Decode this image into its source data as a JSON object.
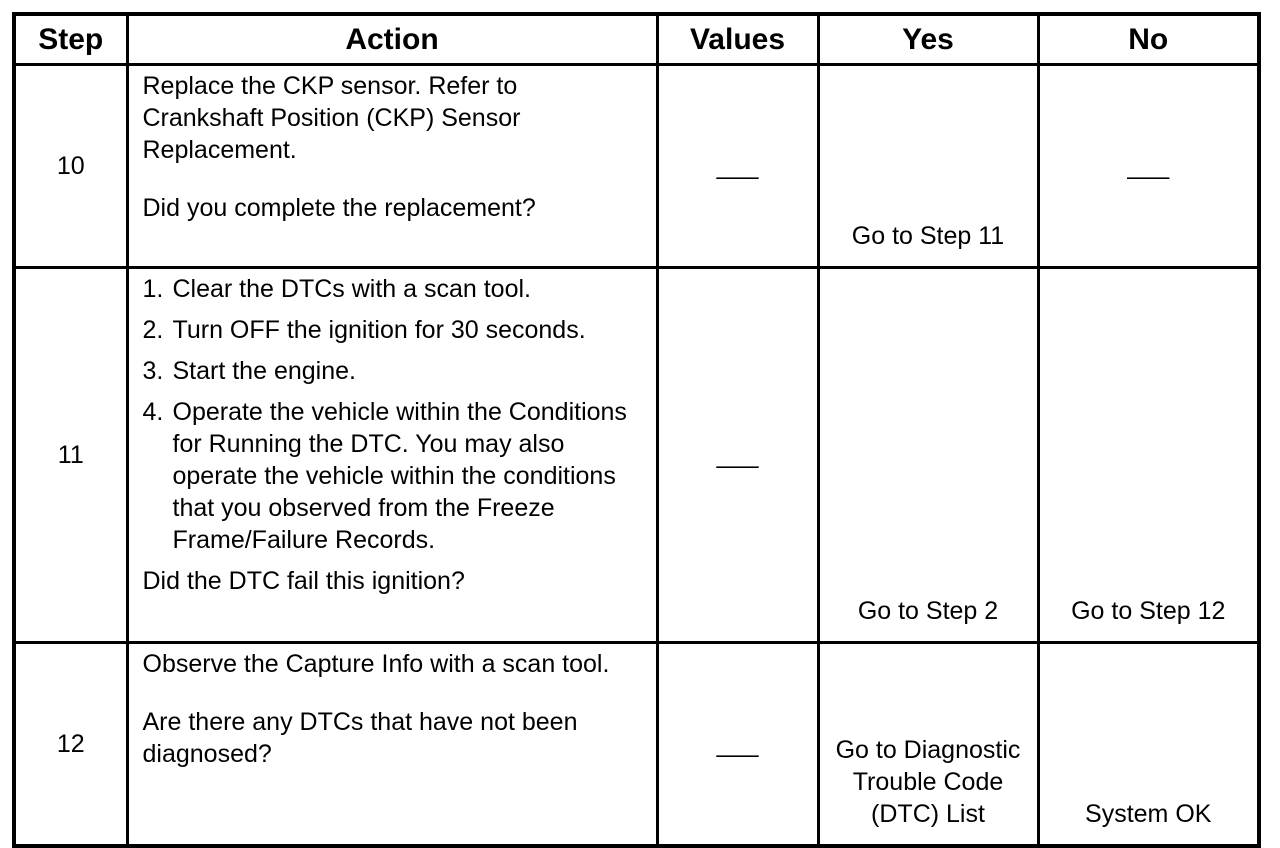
{
  "headers": {
    "step": "Step",
    "action": "Action",
    "values": "Values",
    "yes": "Yes",
    "no": "No"
  },
  "rows": [
    {
      "step": "10",
      "action_text": "Replace the CKP sensor. Refer to Crankshaft Position (CKP) Sensor Replacement.",
      "question": "Did you complete the replacement?",
      "values": "___",
      "yes": "Go to Step 11",
      "no": "___"
    },
    {
      "step": "11",
      "items": [
        {
          "num": "1.",
          "text": "Clear the DTCs with a scan tool."
        },
        {
          "num": "2.",
          "text": "Turn OFF the ignition for 30 seconds."
        },
        {
          "num": "3.",
          "text": "Start the engine."
        },
        {
          "num": "4.",
          "text": "Operate the vehicle within the Conditions for Running the DTC. You may also operate the vehicle within the conditions that you observed from the Freeze Frame/Failure Records."
        }
      ],
      "question": "Did the DTC fail this ignition?",
      "values": "___",
      "yes": "Go to Step 2",
      "no": "Go to Step 12"
    },
    {
      "step": "12",
      "action_text": "Observe the Capture Info with a scan tool.",
      "question": "Are there any DTCs that have not been diagnosed?",
      "values": "___",
      "yes": "Go to Diagnostic Trouble Code (DTC) List",
      "no": "System OK"
    }
  ]
}
